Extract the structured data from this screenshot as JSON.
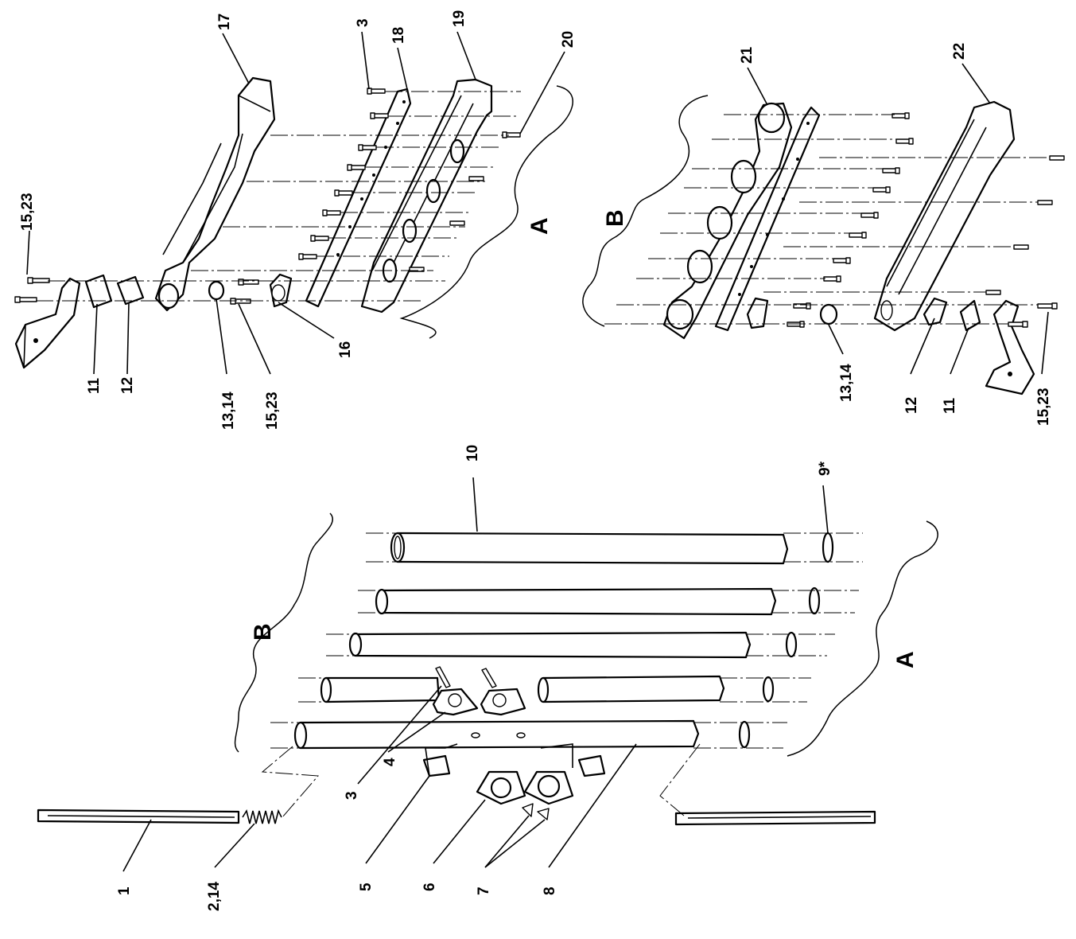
{
  "callouts": {
    "c1": "1",
    "c2_14": "2,14",
    "c3_lower": "3",
    "c4": "4",
    "c5": "5",
    "c6": "6",
    "c7": "7",
    "c8": "8",
    "c9": "9*",
    "c10": "10",
    "c11_a": "11",
    "c12_a": "12",
    "c13_14_a": "13,14",
    "c15_23_a1": "15,23",
    "c15_23_a2": "15,23",
    "c16": "16",
    "c17": "17",
    "c3_upper": "3",
    "c18": "18",
    "c19": "19",
    "c20": "20",
    "c21": "21",
    "c22": "22",
    "c13_14_b": "13,14",
    "c12_b": "12",
    "c11_b": "11",
    "c15_23_b": "15,23"
  },
  "sections": {
    "a_top": "A",
    "b_top": "B",
    "b_lower": "B",
    "a_lower": "A"
  }
}
